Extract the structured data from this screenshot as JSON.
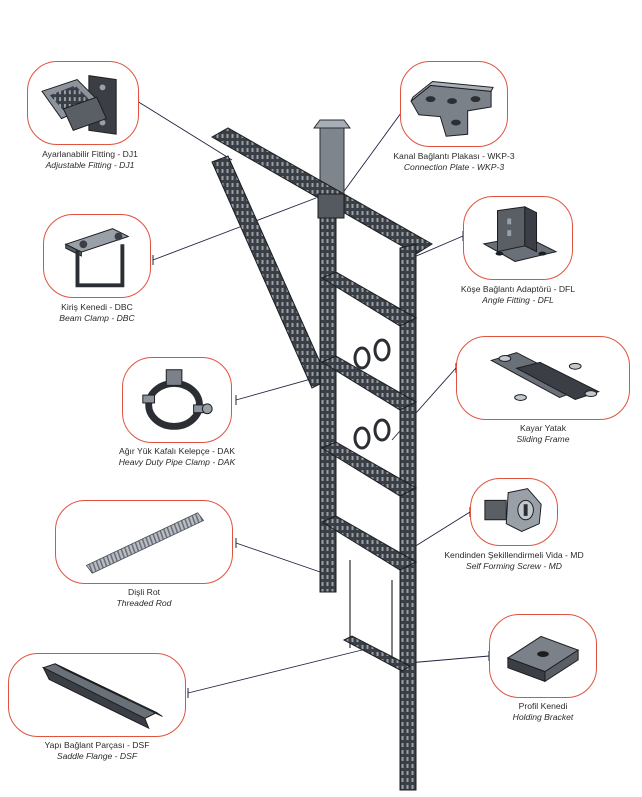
{
  "colors": {
    "frame_border": "#e0533f",
    "steel_dark": "#2b2e33",
    "steel_light": "#8a9098",
    "leader": "#1f2340"
  },
  "components": {
    "dj1": {
      "tr": "Ayarlanabilir Fitting - DJ1",
      "en": "Adjustable Fitting - DJ1",
      "icon": "adjustable-fitting-icon"
    },
    "wkp3": {
      "tr": "Kanal Bağlantı Plakası - WKP-3",
      "en": "Connection Plate - WKP-3",
      "icon": "connection-plate-icon"
    },
    "dbc": {
      "tr": "Kiriş Kenedi - DBC",
      "en": "Beam Clamp - DBC",
      "icon": "beam-clamp-icon"
    },
    "dfl": {
      "tr": "Köşe Bağlantı Adaptörü - DFL",
      "en": "Angle Fitting - DFL",
      "icon": "angle-fitting-icon"
    },
    "dak": {
      "tr": "Ağır Yük Kafalı Kelepçe - DAK",
      "en": "Heavy Duty Pipe Clamp - DAK",
      "icon": "pipe-clamp-icon"
    },
    "sliding": {
      "tr": "Kayar Yatak",
      "en": "Sliding Frame",
      "icon": "sliding-frame-icon"
    },
    "rod": {
      "tr": "Dişli Rot",
      "en": "Threaded Rod",
      "icon": "threaded-rod-icon"
    },
    "md": {
      "tr": "Kendinden Şekillendirmeli Vida - MD",
      "en": "Self Forming Screw - MD",
      "icon": "self-forming-screw-icon"
    },
    "dsf": {
      "tr": "Yapı Bağlant Parçası - DSF",
      "en": "Saddle Flange - DSF",
      "icon": "saddle-flange-icon"
    },
    "holding": {
      "tr": "Profil Kenedi",
      "en": "Holding Bracket",
      "icon": "holding-bracket-icon"
    }
  }
}
